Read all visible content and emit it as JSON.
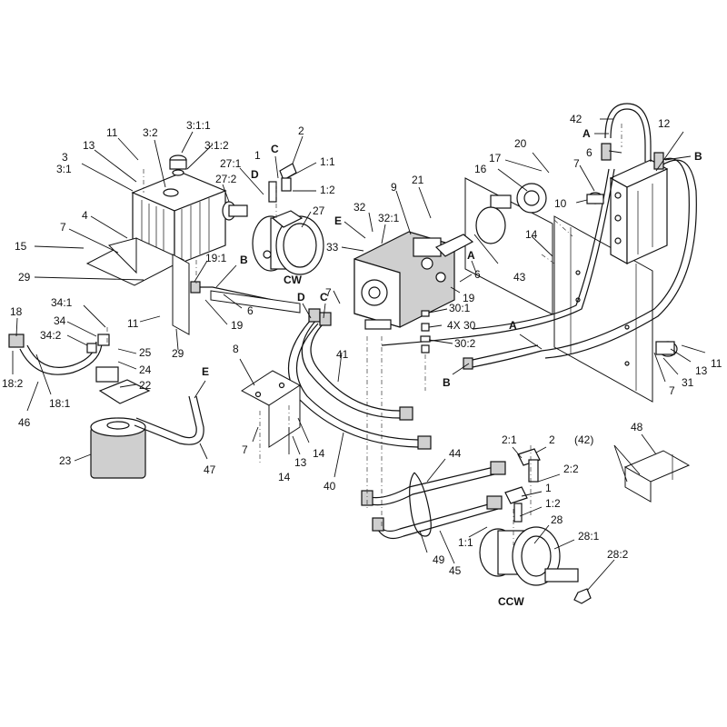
{
  "labels": {
    "l42_top": "42",
    "lA_top": "A",
    "l12": "12",
    "l6_top": "6",
    "lB_right": "B",
    "l7_r": "7",
    "l10": "10",
    "l20": "20",
    "l17": "17",
    "l16": "16",
    "l21": "21",
    "l9": "9",
    "l14_mid": "14",
    "l43": "43",
    "l32": "32",
    "l32_1": "32:1",
    "lE_mid": "E",
    "l33": "33",
    "lA_mid": "A",
    "l6_mid": "6",
    "l19_mid": "19",
    "l7_mid": "7",
    "lC_mid": "C",
    "lD_mid": "D",
    "l30_1": "30:1",
    "l4x30": "4X 30",
    "l30_2": "30:2",
    "l11_tl": "11",
    "l3_2": "3:2",
    "l3_1_1": "3:1:1",
    "l13_tl": "13",
    "l3_1_2": "3:1:2",
    "l3": "3",
    "l3_1": "3:1",
    "l2_top": "2",
    "lC_top": "C",
    "l1_top": "1",
    "l1_1_top": "1:1",
    "l27_1": "27:1",
    "lD_top": "D",
    "l1_2_top": "1:2",
    "l27_2": "27:2",
    "l27": "27",
    "lCW": "CW",
    "l4": "4",
    "l7_left": "7",
    "l15": "15",
    "l29_left": "29",
    "l19_1": "19:1",
    "lB_left": "B",
    "l6_left": "6",
    "l19_left": "19",
    "l29_bot": "29",
    "l11_mid": "11",
    "l18": "18",
    "l34_1": "34:1",
    "l34": "34",
    "l34_2": "34:2",
    "l25": "25",
    "l24": "24",
    "l22": "22",
    "l18_2": "18:2",
    "l18_1": "18:1",
    "l46": "46",
    "l23": "23",
    "lE_bot": "E",
    "l47": "47",
    "l8": "8",
    "l7_bot": "7",
    "l13_bot": "13",
    "l14_bot": "14",
    "l14_bot2": "14",
    "l40": "40",
    "l41": "41",
    "lA_low": "A",
    "lB_low": "B",
    "l11_r": "11",
    "l13_r": "13",
    "l31": "31",
    "l7_r2": "7",
    "l48": "48",
    "l42_paren": "(42)",
    "l2_1": "2:1",
    "l2_bot": "2",
    "l2_2": "2:2",
    "l1_bot": "1",
    "l1_2_bot": "1:2",
    "l44": "44",
    "l28": "28",
    "l28_1": "28:1",
    "l1_1_bot": "1:1",
    "l28_2": "28:2",
    "lCCW": "CCW",
    "l49": "49",
    "l45": "45"
  }
}
